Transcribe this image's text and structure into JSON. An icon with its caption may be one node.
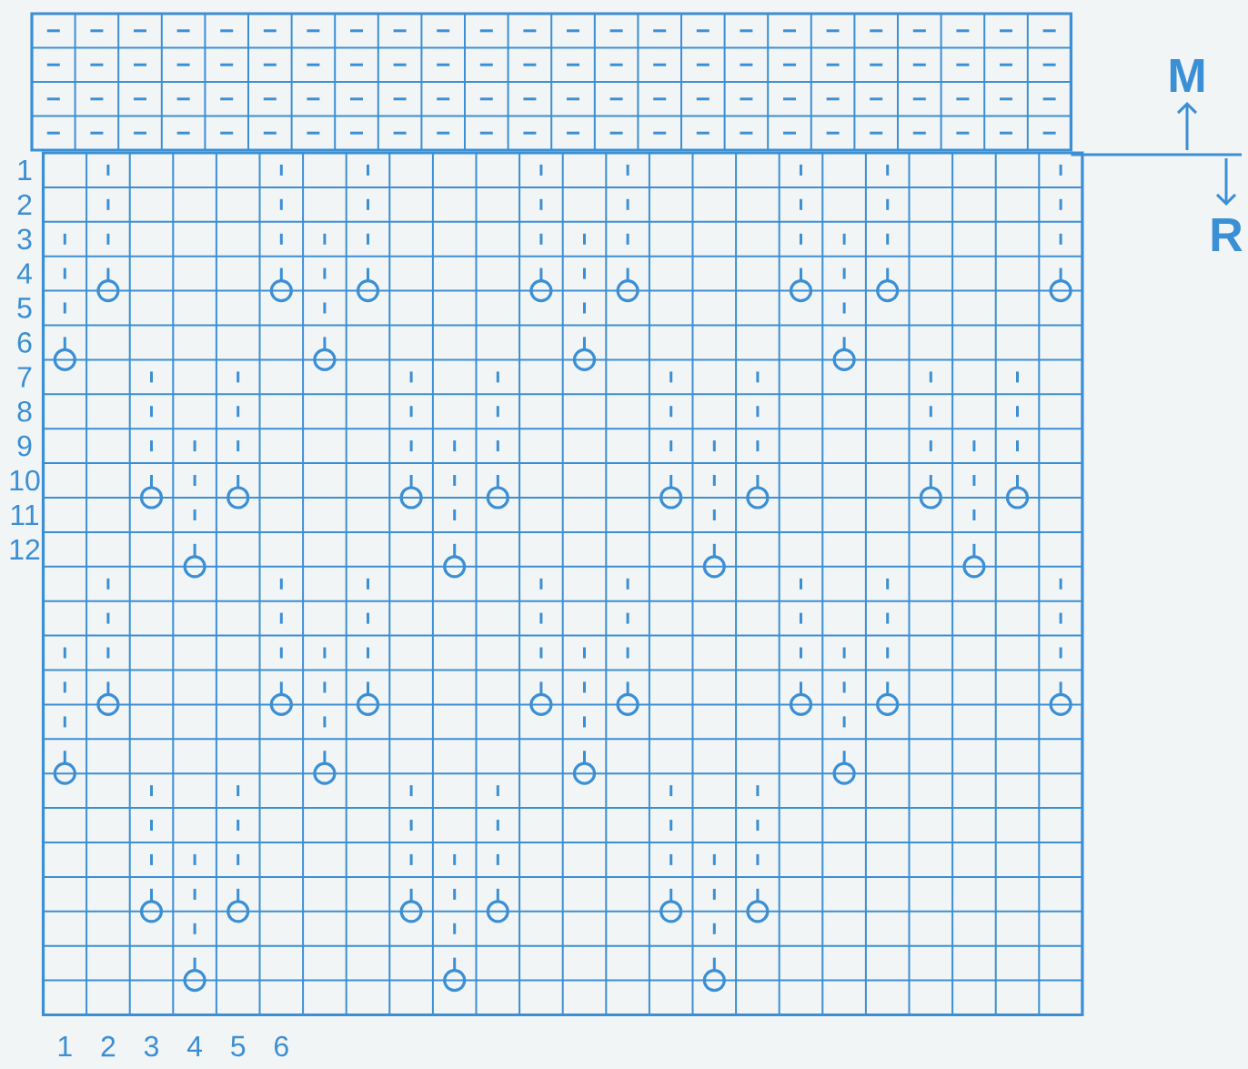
{
  "diagram": {
    "labels": [
      "M",
      "R",
      "1",
      "2",
      "3",
      "4",
      "5",
      "6",
      "7",
      "8",
      "9",
      "10",
      "11",
      "12",
      "1",
      "2",
      "3",
      "4",
      "5",
      "6"
    ]
  }
}
